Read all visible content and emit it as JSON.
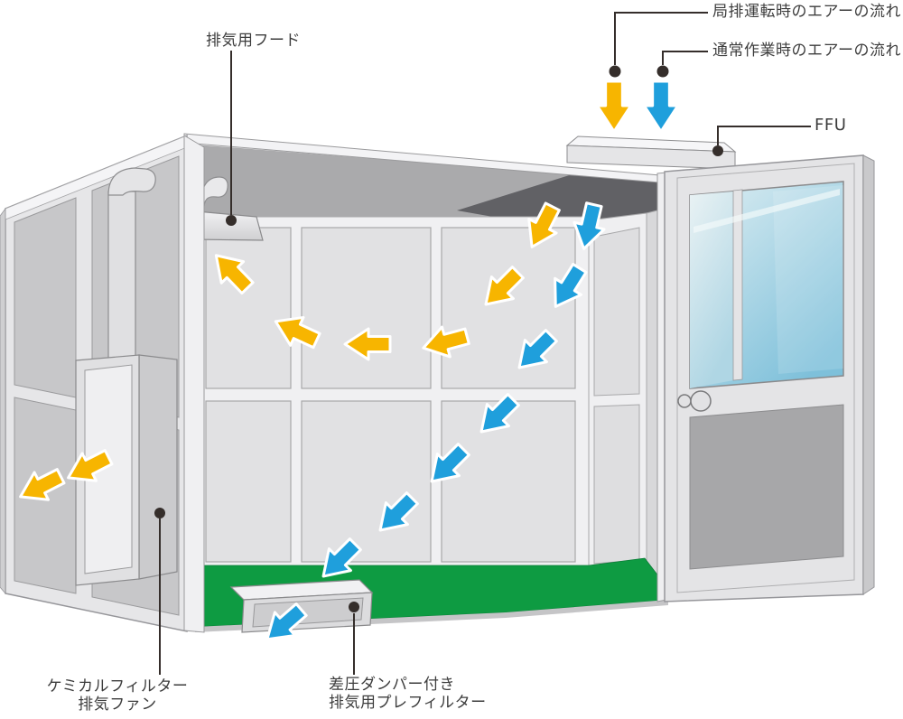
{
  "labels": {
    "flow_local": "局排運転時のエアーの流れ",
    "flow_normal": "通常作業時のエアーの流れ",
    "ffu": "FFU",
    "hood": "排気用フード",
    "chem_line1": "ケミカルフィルター",
    "chem_line2": "排気ファン",
    "prefilter_line1": "差圧ダンパー付き",
    "prefilter_line2": "排気用プレフィルター"
  },
  "flows": [
    {
      "id": "local-exhaust",
      "label": "局排運転時のエアーの流れ",
      "color": "#F7B500",
      "arrow_count": 9
    },
    {
      "id": "normal-operation",
      "label": "通常作業時のエアーの流れ",
      "color": "#1F9FDC",
      "arrow_count": 9
    }
  ],
  "colors": {
    "local_exhaust_arrow": "#F7B500",
    "normal_flow_arrow": "#1F9FDC",
    "floor_green": "#0E9B42",
    "label_text": "#3D3D3D",
    "leader_line": "#352E2B"
  }
}
